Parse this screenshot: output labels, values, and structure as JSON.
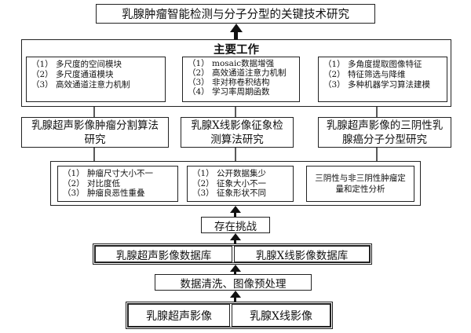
{
  "title": "乳腺肿瘤智能检测与分子分型的关键技术研究",
  "main_work": {
    "heading": "主要工作",
    "groups": [
      {
        "items": [
          "（1） 多尺度的空间模块",
          "（2） 多尺度通道模块",
          "（3） 高效通道注意力机制"
        ]
      },
      {
        "items": [
          "（1） mosaic数据增强",
          "（2） 高效通道注意力机制",
          "（3） 非对称卷积结构",
          "（4） 学习率周期函数"
        ]
      },
      {
        "items": [
          "（1） 多角度提取图像特征",
          "（2） 特征筛选与降维",
          "（3） 多种机器学习算法建模"
        ]
      }
    ]
  },
  "research": [
    {
      "label": "乳腺超声影像肿瘤分割算法研究"
    },
    {
      "label": "乳腺X线影像征象检测算法研究"
    },
    {
      "label": "乳腺超声影像的三阴性乳腺癌分子分型研究"
    }
  ],
  "challenges": {
    "groups": [
      {
        "items": [
          "（1） 肿瘤尺寸大小不一",
          "（2） 对比度低",
          "（3） 肿瘤良恶性重叠"
        ]
      },
      {
        "items": [
          "（1） 公开数据集少",
          "（2） 征象大小不一",
          "（3） 征象形状不同"
        ]
      },
      {
        "items": [
          "三阴性与非三阴性肿瘤定量和定性分析"
        ]
      }
    ],
    "label": "存在挑战"
  },
  "databases": [
    "乳腺超声影像数据库",
    "乳腺X线影像数据库"
  ],
  "preprocess": "数据清洗、图像预处理",
  "sources": [
    "乳腺超声影像",
    "乳腺X线影像"
  ]
}
